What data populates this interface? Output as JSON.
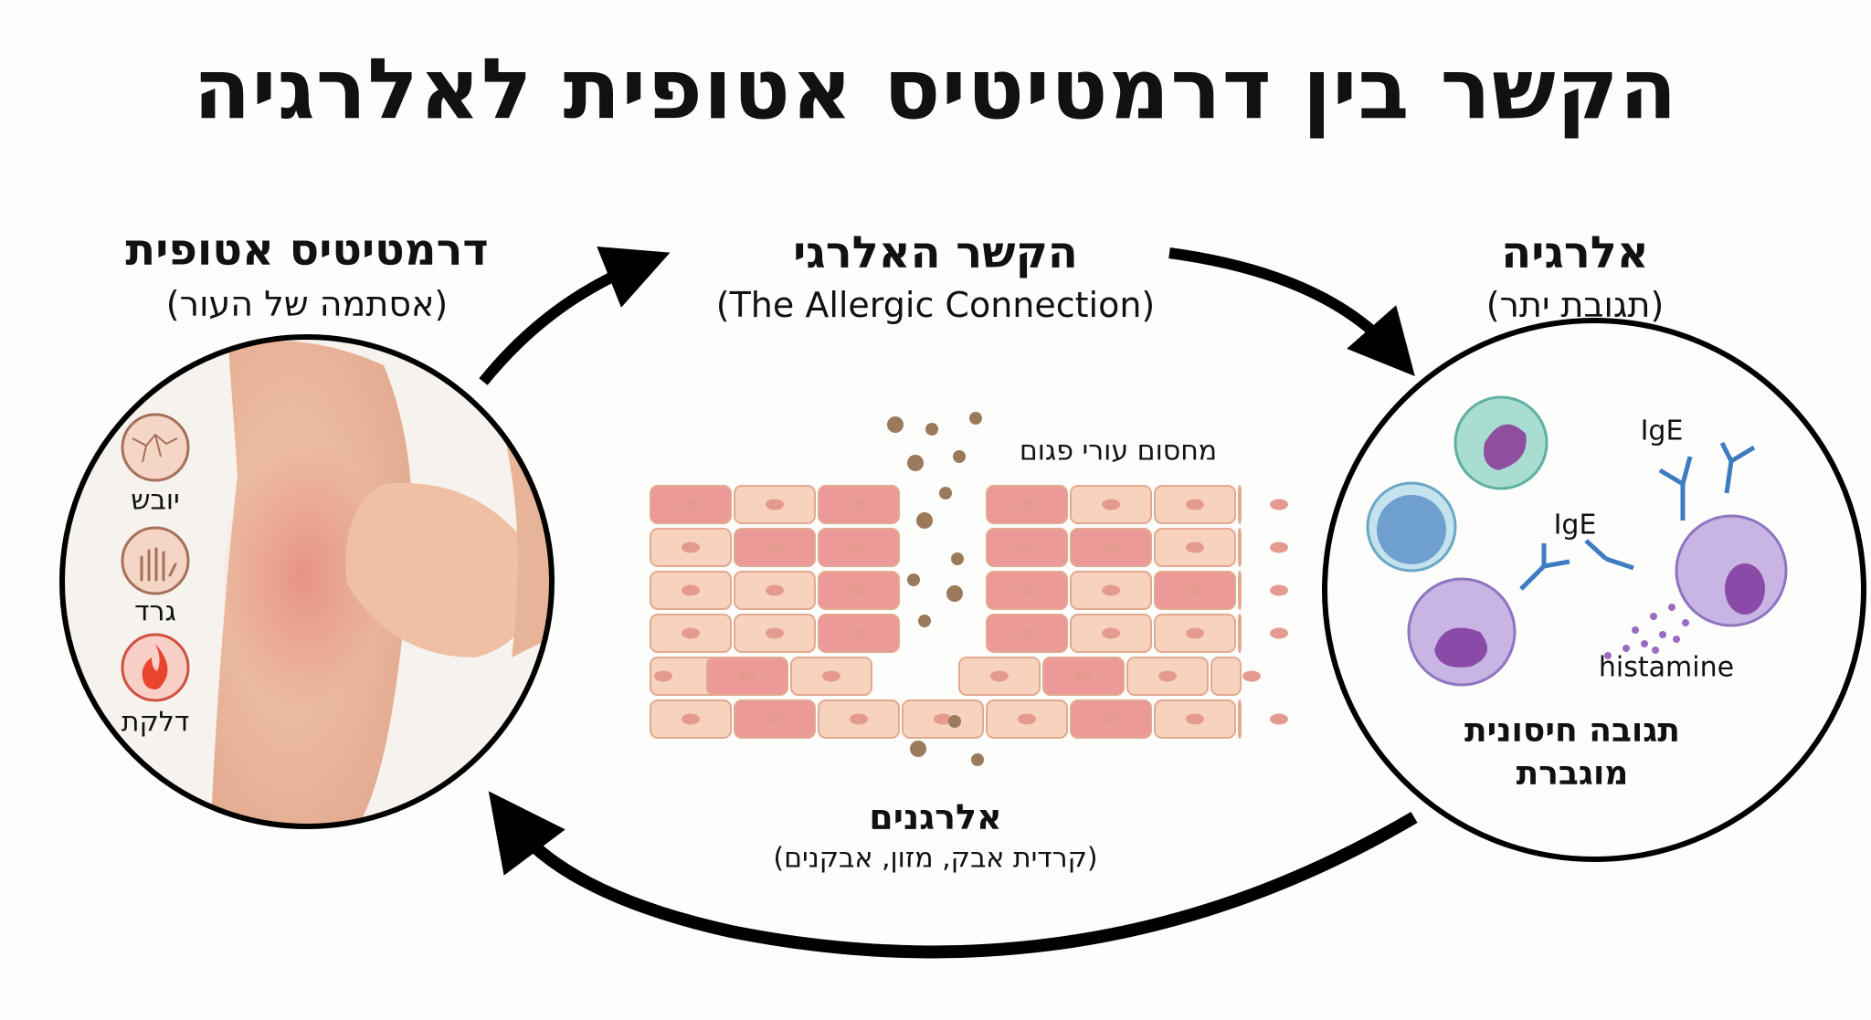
{
  "title": "הקשר בין דרמטיטיס אטופית לאלרגיה",
  "left": {
    "heading": "דרמטיטיס אטופית",
    "subheading": "(אסתמה של העור)",
    "symptoms": [
      {
        "label": "יובש",
        "icon": "cracked-skin-icon"
      },
      {
        "label": "גרד",
        "icon": "scratching-hand-icon"
      },
      {
        "label": "דלקת",
        "icon": "flame-icon"
      }
    ]
  },
  "center": {
    "heading": "הקשר האלרגי",
    "subheading": "(The Allergic Connection)",
    "barrier_label": "מחסום עורי פגום",
    "allergens_heading": "אלרגנים",
    "allergens_sub": "(קרדית אבק, מזון, אבקנים)"
  },
  "right": {
    "heading": "אלרגיה",
    "subheading": "(תגובת יתר)",
    "ige_label_1": "IgE",
    "ige_label_2": "IgE",
    "histamine_label": "histamine",
    "response_line1": "תגובה חיסונית",
    "response_line2": "מוגברת"
  },
  "colors": {
    "cell_light": "#f7d3bd",
    "cell_red": "#ec9a98",
    "nucleus": "#e59a90",
    "arrow": "#000000"
  }
}
